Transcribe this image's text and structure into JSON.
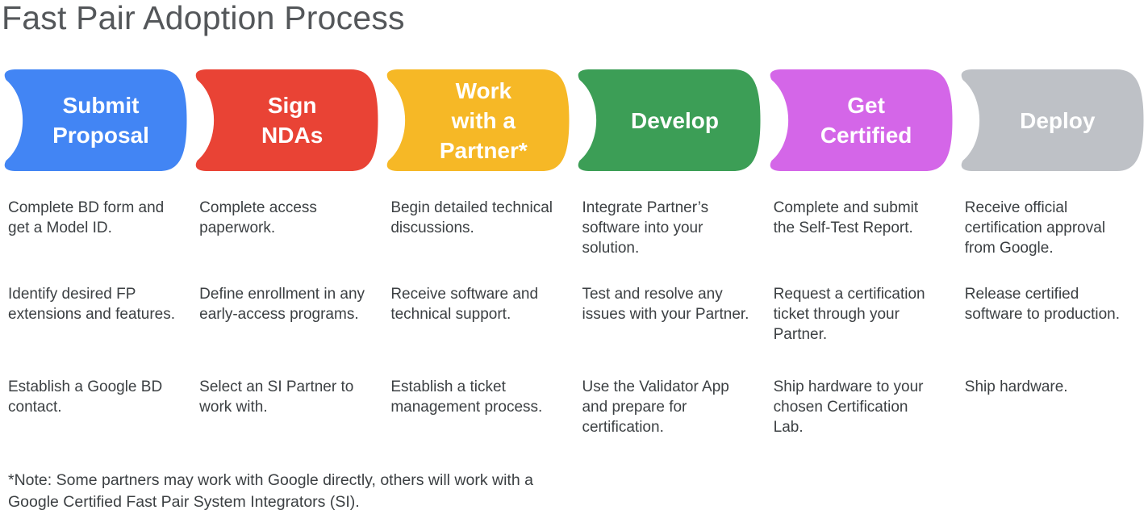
{
  "title": "Fast Pair Adoption Process",
  "footnote": "*Note: Some partners may work with Google directly, others will work with a Google Certified Fast Pair System Integrators (SI).",
  "colors": {
    "title_text": "#54575a",
    "body_text": "#3c4043",
    "label_text": "#ffffff"
  },
  "steps": [
    {
      "label": "Submit\nProposal",
      "color": "#4285F4",
      "items": [
        "Complete BD form and get a Model ID.",
        "Identify desired FP extensions and features.",
        "Establish a Google BD contact."
      ]
    },
    {
      "label": "Sign\nNDAs",
      "color": "#E94335",
      "items": [
        "Complete access paperwork.",
        "Define enrollment in any early-access programs.",
        "Select an SI Partner to work with."
      ]
    },
    {
      "label": "Work\nwith a\nPartner*",
      "color": "#F6B826",
      "items": [
        "Begin detailed technical discussions.",
        "Receive software and technical support.",
        "Establish a ticket management process."
      ]
    },
    {
      "label": "Develop",
      "color": "#3C9E56",
      "items": [
        "Integrate Partner’s software into your solution.",
        "Test and resolve any issues with your Partner.",
        "Use the Validator App and prepare for certification."
      ]
    },
    {
      "label": "Get\nCertified",
      "color": "#D466E8",
      "items": [
        "Complete and submit the Self-Test Report.",
        "Request a certification ticket through your Partner.",
        "Ship hardware to your chosen Certification Lab."
      ]
    },
    {
      "label": "Deploy",
      "color": "#BEC1C6",
      "items": [
        "Receive official certification approval from Google.",
        "Release certified software to production.",
        "Ship hardware."
      ]
    }
  ]
}
